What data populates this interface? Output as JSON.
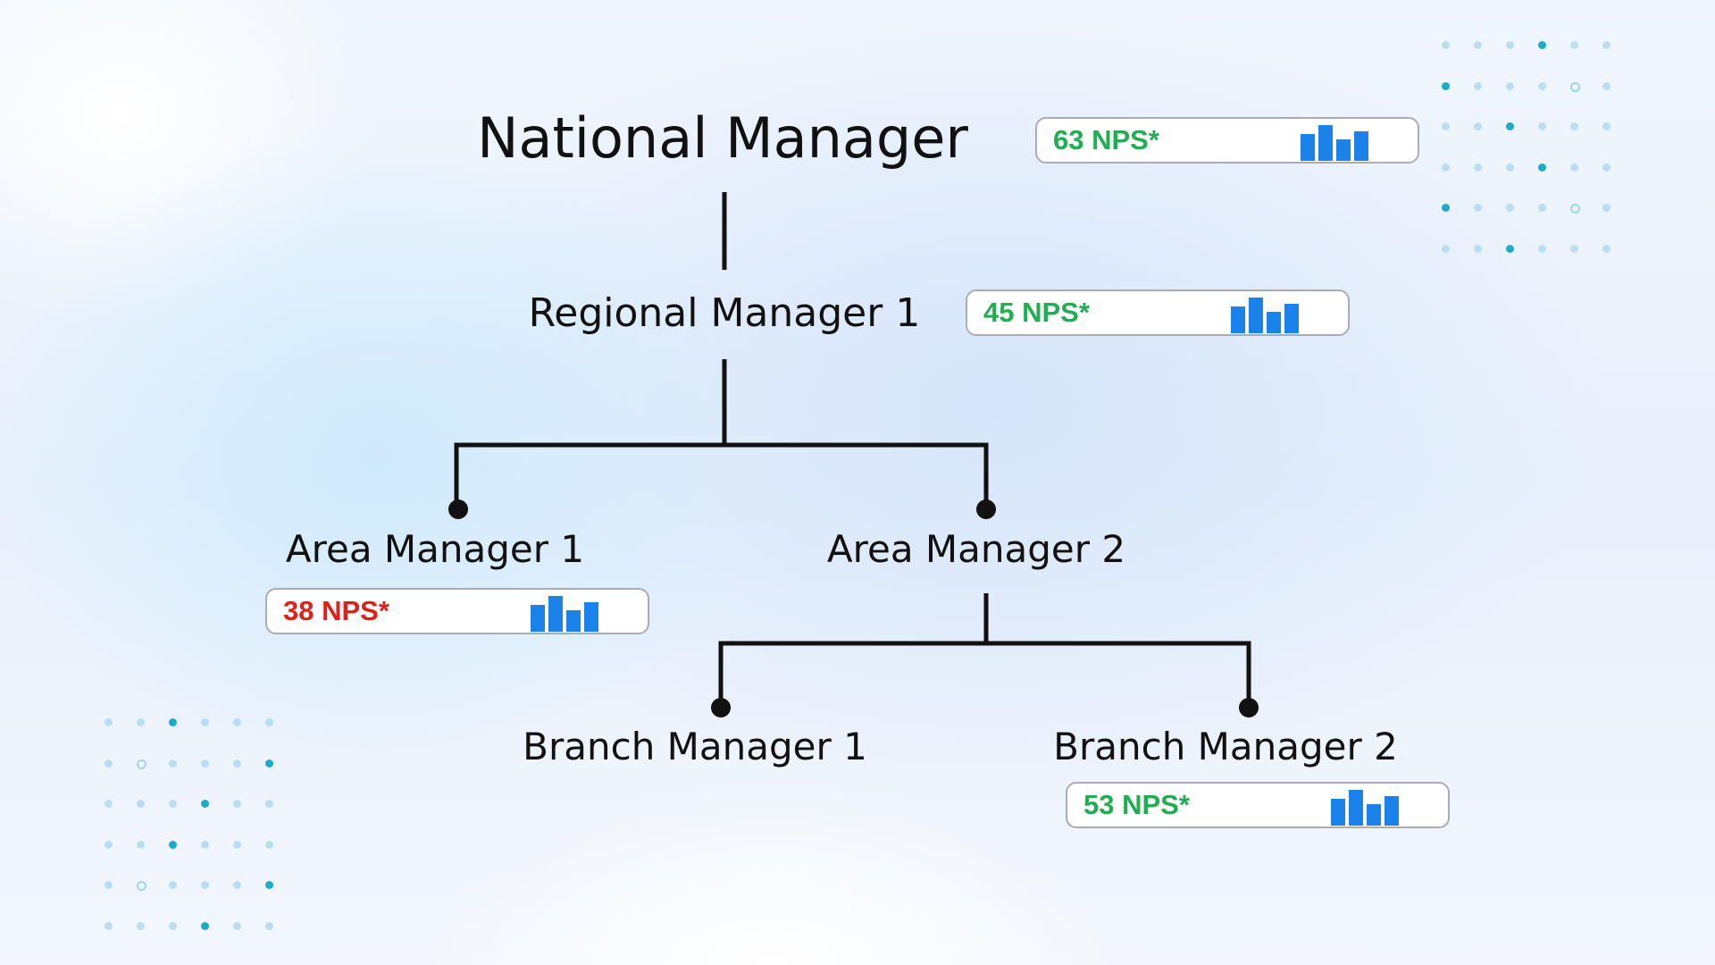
{
  "org_chart": {
    "national": {
      "title": "National Manager",
      "nps": "63 NPS*",
      "status": "good"
    },
    "regional": {
      "title": "Regional Manager 1",
      "nps": "45 NPS*",
      "status": "good"
    },
    "area_1": {
      "title": "Area Manager 1",
      "nps": "38 NPS*",
      "status": "bad"
    },
    "area_2": {
      "title": "Area Manager 2"
    },
    "branch_1": {
      "title": "Branch Manager 1"
    },
    "branch_2": {
      "title": "Branch Manager 2",
      "nps": "53 NPS*",
      "status": "good"
    }
  },
  "colors": {
    "good": "#1fae51",
    "bad": "#e0201a",
    "bar_icon": "#1b82ea",
    "connector": "#111111",
    "dot_light": "#b9def0",
    "dot_dark": "#1eaac9"
  },
  "icons": {
    "nps_badge": "bar-chart-icon",
    "pattern": "dot-grid"
  }
}
